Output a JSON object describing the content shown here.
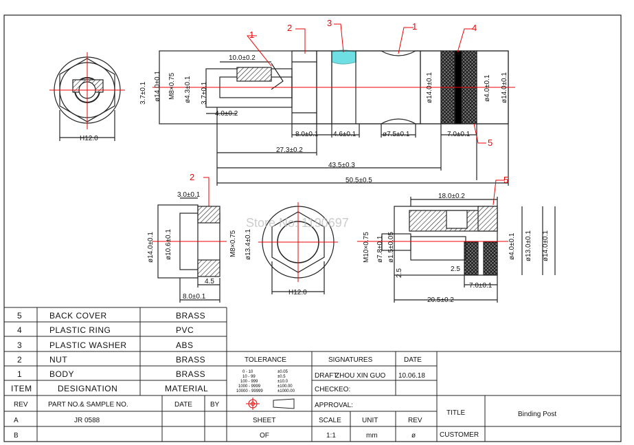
{
  "drawing": {
    "watermark": "Store No: 1190697",
    "callouts": [
      "1",
      "2",
      "3",
      "1",
      "4",
      "5",
      "2",
      "5"
    ],
    "dims_top": {
      "hex_width": "H12.0",
      "hex_bore": "3.7±0.1",
      "outer_dia_left": "ø14.0±0.1",
      "thread": "M8×0.75",
      "bore": "ø4.3±0.1",
      "slot": "3.7±0.1",
      "slot_depth": "10.0±0.2",
      "slot_width": "4.0±0.2",
      "nut_len": "8.0±0.1",
      "washer_len": "4.6±0.1",
      "neck_dia": "ø7.5±0.1",
      "mid_dia": "ø14.0±0.1",
      "ring_len": "7.0±0.1",
      "cover_hole": "ø4.0±0.1",
      "cover_dia": "ø14.0±0.1",
      "len1": "27.3±0.2",
      "len2": "43.5±0.3",
      "len3": "50.5±0.5"
    },
    "dims_bottom": {
      "nut_flange": "3.0±0.1",
      "nut_od": "ø14.0±0.1",
      "nut_id": "ø10.6±0.1",
      "nut_thread": "M8×0.75",
      "nut_hex": "ø13.4±0.1",
      "nut_len": "8.0±0.1",
      "nut_step": "4.5",
      "nut_front_hex": "H12.0",
      "cover_len": "18.0±0.2",
      "cover_thread": "M10×0.75",
      "cover_bore1": "ø7.8±0.1",
      "cover_bore2": "ø1.5±0.05",
      "cover_hole": "ø4.0±0.1",
      "cover_d13": "ø13.0±0.1",
      "cover_d14": "ø14.0±0.1",
      "cover_step": "2.5",
      "cover_step2": "2.5",
      "cover_ring": "7.0±0.1",
      "cover_total": "20.5±0.2"
    }
  },
  "parts_list": [
    {
      "item": "5",
      "designation": "BACK  COVER",
      "material": "BRASS"
    },
    {
      "item": "4",
      "designation": "PLASTIC  RING",
      "material": "PVC"
    },
    {
      "item": "3",
      "designation": "PLASTIC  WASHER",
      "material": "ABS"
    },
    {
      "item": "2",
      "designation": "NUT",
      "material": "BRASS"
    },
    {
      "item": "1",
      "designation": "BODY",
      "material": "BRASS"
    }
  ],
  "parts_header": {
    "item": "ITEM",
    "designation": "DESIGNATION",
    "material": "MATERIAL"
  },
  "rev_header": {
    "rev": "REV",
    "part": "PART NO.& SAMPLE NO.",
    "date": "DATE",
    "by": "BY"
  },
  "revs": [
    {
      "rev": "A",
      "part": "JR  0588"
    },
    {
      "rev": "B",
      "part": ""
    }
  ],
  "tolerance": {
    "title": "TOLERANCE",
    "rows": [
      [
        "0 - 10",
        "±0.05"
      ],
      [
        "10 - 99",
        "±0.5"
      ],
      [
        "100 - 999",
        "±10.0"
      ],
      [
        "1000 - 9999",
        "±100.00"
      ],
      [
        "10000 - 99999",
        "±1000.00"
      ]
    ]
  },
  "signatures": {
    "title": "SIGNATURES",
    "date_title": "DATE",
    "draft_label": "DRAFT:",
    "draft_name": "ZHOU  XIN GUO",
    "draft_date": "10.06.18",
    "checked": "CHECKEO:",
    "approval": "APPROVAL:"
  },
  "sheet": {
    "label": "SHEET",
    "value": "OF"
  },
  "scale": {
    "label": "SCALE",
    "value": "1:1"
  },
  "unit": {
    "label": "UNIT",
    "value": "mm"
  },
  "rev_box": {
    "label": "REV",
    "value": "ø"
  },
  "title": {
    "label": "TITLE",
    "value": "Binding  Post"
  },
  "customer": {
    "label": "CUSTOMER",
    "value": ""
  }
}
